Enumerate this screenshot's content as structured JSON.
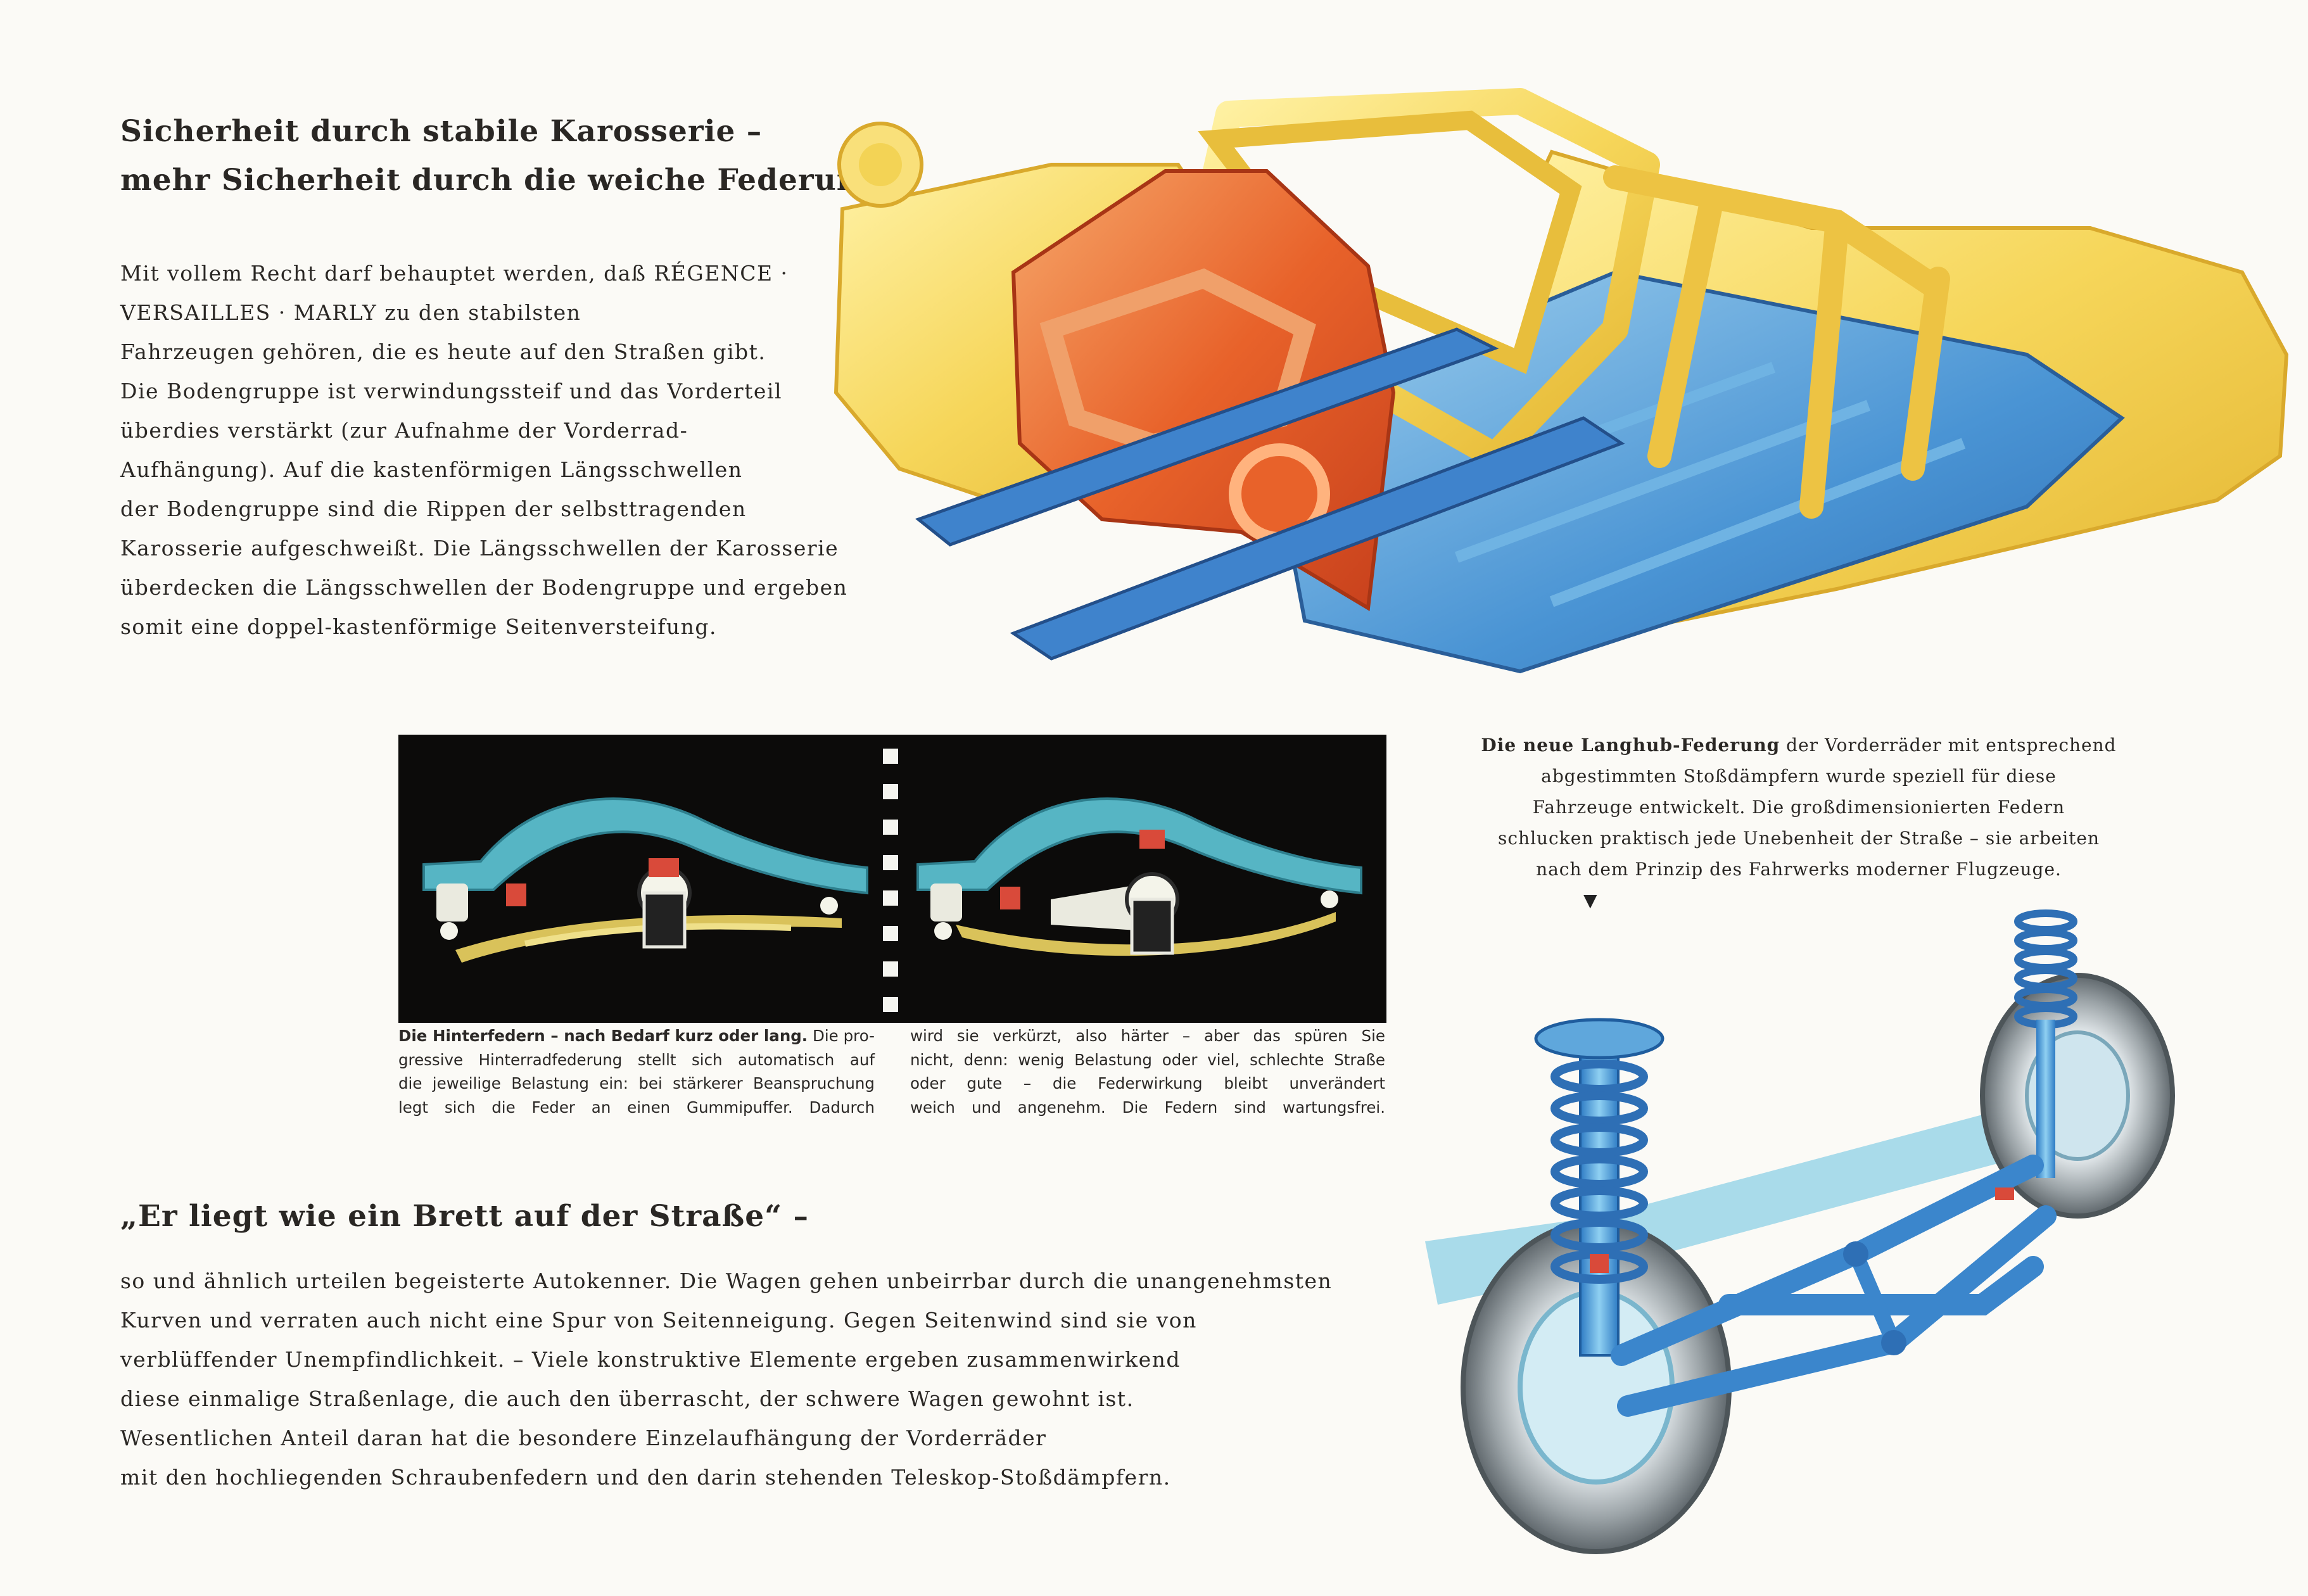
{
  "section1": {
    "heading_line1": "Sicherheit durch stabile Karosserie –",
    "heading_line2": "mehr Sicherheit durch die weiche Federung",
    "paragraph_lines": [
      "Mit vollem Recht darf behauptet werden, daß RÉGENCE ·",
      "VERSAILLES · MARLY zu den stabilsten",
      "Fahrzeugen gehören, die es heute auf den Straßen gibt.",
      "Die Bodengruppe ist verwindungssteif und das Vorderteil",
      "überdies verstärkt (zur Aufnahme der Vorderrad-",
      "Aufhängung). Auf die kastenförmigen Längsschwellen",
      "der Bodengruppe sind die Rippen der selbsttragenden",
      "Karosserie aufgeschweißt. Die Längsschwellen der Karosserie",
      "überdecken die Längsschwellen der Bodengruppe und ergeben",
      "somit eine doppel-kastenförmige Seitenversteifung."
    ]
  },
  "rear_spring_caption": {
    "title": "Die Hinterfedern – nach Bedarf kurz oder lang.",
    "left_col": [
      " Die pro-",
      "gressive Hinterradfederung stellt sich automatisch auf",
      "die jeweilige Belastung ein: bei stärkerer Beanspruchung",
      "legt sich die Feder an einen Gummipuffer. Dadurch"
    ],
    "right_col": [
      "wird sie verkürzt, also härter – aber das spüren Sie",
      "nicht, denn: wenig Belastung oder viel, schlechte Straße",
      "oder gute – die Federwirkung bleibt unverändert",
      "weich und angenehm. Die Federn sind wartungsfrei."
    ]
  },
  "front_suspension_caption": {
    "bold_lead": "Die neue Langhub-Federung",
    "line1_rest": " der Vorderräder mit entsprechend",
    "lines": [
      "abgestimmten Stoßdämpfern wurde speziell für diese",
      "Fahrzeuge entwickelt. Die großdimensionierten Federn",
      "schlucken praktisch jede Unebenheit der Straße – sie arbeiten",
      "nach dem Prinzip des Fahrwerks moderner Flugzeuge."
    ],
    "arrow": "▼"
  },
  "section2": {
    "heading": "„Er liegt wie ein Brett auf der Straße“ –",
    "paragraph_lines": [
      "so und ähnlich urteilen begeisterte Autokenner. Die Wagen gehen unbeirrbar durch die unangenehmsten",
      "Kurven und verraten auch nicht eine Spur von Seitenneigung. Gegen Seitenwind sind sie von",
      "verblüffender Unempfindlichkeit. – Viele konstruktive Elemente ergeben zusammenwirkend",
      "diese einmalige Straßenlage, die auch den überrascht, der schwere Wagen gewohnt ist.",
      "Wesentlichen Anteil daran hat die besondere Einzelaufhängung der Vorderräder",
      "mit den hochliegenden Schraubenfedern und den darin stehenden Teleskop-Stoßdämpfern."
    ]
  }
}
